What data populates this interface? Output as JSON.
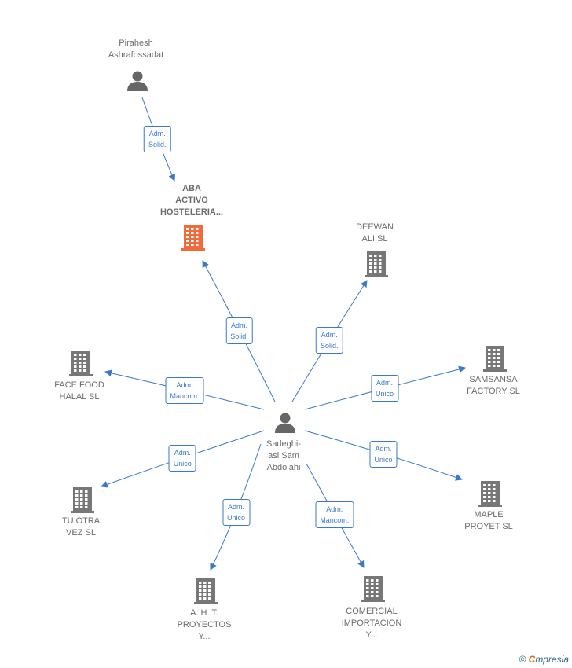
{
  "nodes": [
    {
      "id": "pirahesh",
      "type": "person",
      "label": "Pirahesh\nAshrafossadat",
      "color": "#666666",
      "icon": "person-icon"
    },
    {
      "id": "aba",
      "type": "company-main",
      "label": "ABA\nACTIVO\nHOSTELERIA...",
      "color": "#f26a3a",
      "icon": "building-icon"
    },
    {
      "id": "deewan",
      "type": "company",
      "label": "DEEWAN\nALI  SL",
      "color": "#777777",
      "icon": "building-icon"
    },
    {
      "id": "samsansa",
      "type": "company",
      "label": "SAMSANSA\nFACTORY  SL",
      "color": "#777777",
      "icon": "building-icon"
    },
    {
      "id": "facefood",
      "type": "company",
      "label": "FACE FOOD\nHALAL  SL",
      "color": "#777777",
      "icon": "building-icon"
    },
    {
      "id": "sadeghi",
      "type": "person",
      "label": "Sadeghi-\nasl Sam\nAbdolahi",
      "color": "#666666",
      "icon": "person-icon"
    },
    {
      "id": "tuotra",
      "type": "company",
      "label": "TU OTRA\nVEZ  SL",
      "color": "#777777",
      "icon": "building-icon"
    },
    {
      "id": "maple",
      "type": "company",
      "label": "MAPLE\nPROYET  SL",
      "color": "#777777",
      "icon": "building-icon"
    },
    {
      "id": "aht",
      "type": "company",
      "label": "A.  H.  T.\nPROYECTOS\nY...",
      "color": "#777777",
      "icon": "building-icon"
    },
    {
      "id": "comercial",
      "type": "company",
      "label": "COMERCIAL\nIMPORTACION\nY...",
      "color": "#777777",
      "icon": "building-icon"
    }
  ],
  "edges": [
    {
      "from": "pirahesh",
      "to": "aba",
      "label": "Adm.\nSolid."
    },
    {
      "from": "sadeghi",
      "to": "aba",
      "label": "Adm.\nSolid."
    },
    {
      "from": "sadeghi",
      "to": "deewan",
      "label": "Adm.\nSolid."
    },
    {
      "from": "sadeghi",
      "to": "facefood",
      "label": "Adm.\nMancom."
    },
    {
      "from": "sadeghi",
      "to": "samsansa",
      "label": "Adm.\nUnico"
    },
    {
      "from": "sadeghi",
      "to": "tuotra",
      "label": "Adm.\nUnico"
    },
    {
      "from": "sadeghi",
      "to": "maple",
      "label": "Adm.\nUnico"
    },
    {
      "from": "sadeghi",
      "to": "aht",
      "label": "Adm.\nUnico"
    },
    {
      "from": "sadeghi",
      "to": "comercial",
      "label": "Adm.\nMancom."
    }
  ],
  "edge_color": "#3a78c8",
  "footer": {
    "copyright_symbol": "©",
    "brand_first": "C",
    "brand_rest": "mpresia"
  }
}
